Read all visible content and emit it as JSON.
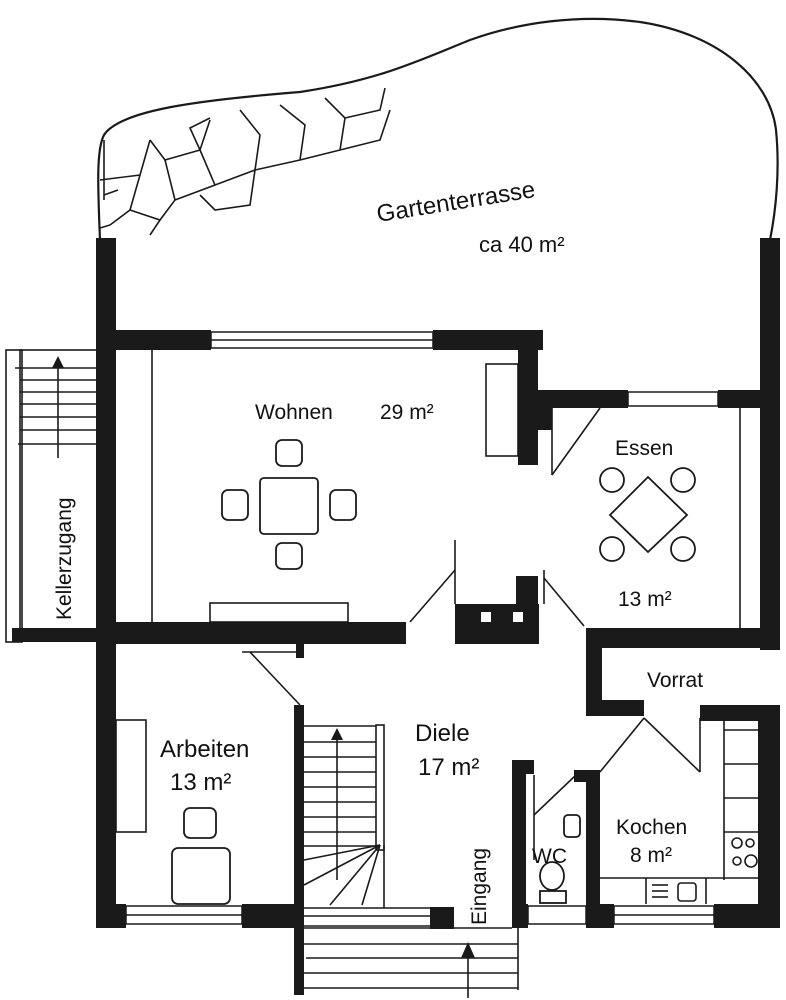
{
  "plan": {
    "title": "Erdgeschoss Grundriss",
    "rooms": {
      "garden": {
        "name": "Gartenterrasse",
        "area": "ca 40 m²"
      },
      "living": {
        "name": "Wohnen",
        "area": "29 m²"
      },
      "dining": {
        "name": "Essen",
        "area": "13 m²"
      },
      "pantry": {
        "name": "Vorrat"
      },
      "hall": {
        "name": "Diele",
        "area": "17 m²"
      },
      "study": {
        "name": "Arbeiten",
        "area": "13 m²"
      },
      "kitchen": {
        "name": "Kochen",
        "area": "8 m²"
      },
      "wc": {
        "name": "WC"
      },
      "entrance": {
        "name": "Eingang"
      },
      "cellar": {
        "name": "Kellerzugang"
      }
    },
    "colors": {
      "wall": "#1a1a1a",
      "background": "#ffffff"
    }
  }
}
